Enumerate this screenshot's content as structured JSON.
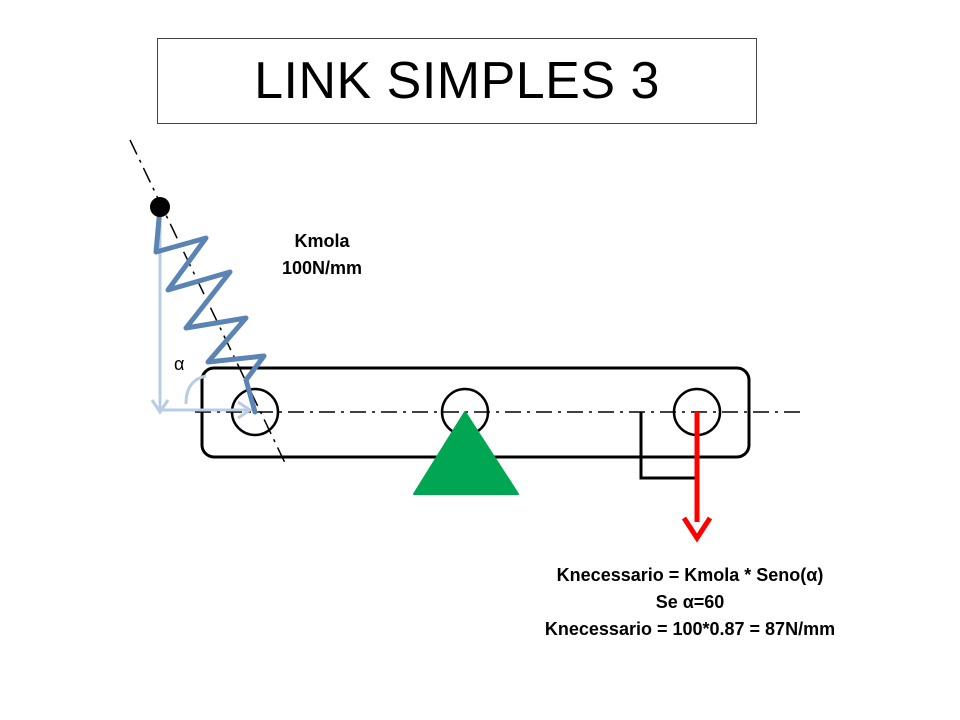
{
  "title": "LINK SIMPLES 3",
  "spring": {
    "label_line1": "Kmola",
    "label_line2": "100N/mm"
  },
  "angle": {
    "symbol": "α"
  },
  "formulas": [
    "Knecessario = Kmola * Seno(α)",
    "Se α=60",
    "Knecessario = 100*0.87 = 87N/mm"
  ],
  "colors": {
    "spring": "#5b84b5",
    "axis_arrows": "#b8cce4",
    "support": "#00a651",
    "force_arrow": "#ff0000",
    "outline": "#000000"
  }
}
